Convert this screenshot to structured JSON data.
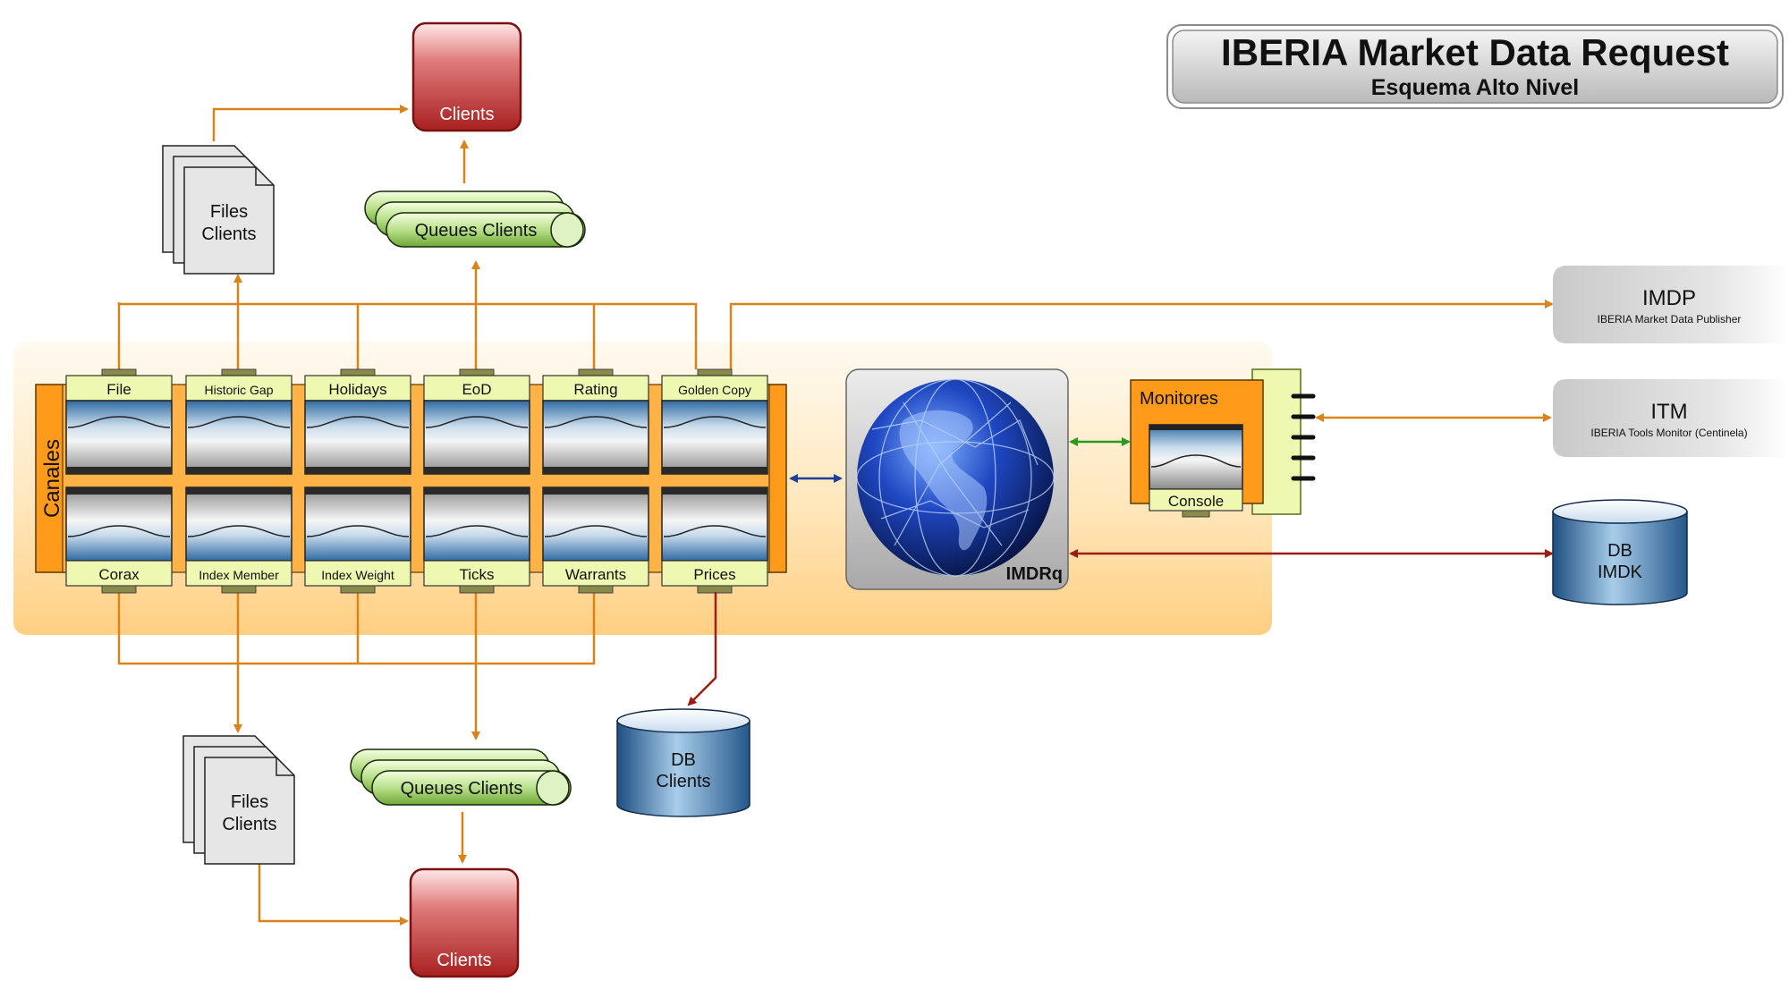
{
  "title": {
    "main": "IBERIA Market Data Request",
    "sub": "Esquema Alto Nivel"
  },
  "canales_label": "Canales",
  "top_channels": [
    "File",
    "Historic Gap",
    "Holidays",
    "EoD",
    "Rating",
    "Golden Copy"
  ],
  "bottom_channels": [
    "Corax",
    "Index Member",
    "Index Weight",
    "Ticks",
    "Warrants",
    "Prices"
  ],
  "clients_top": "Clients",
  "clients_bottom": "Clients",
  "files_top": [
    "Files",
    "Clients"
  ],
  "files_bottom": [
    "Files",
    "Clients"
  ],
  "queues_top": "Queues Clients",
  "queues_bottom": "Queues Clients",
  "db_clients": [
    "DB",
    "Clients"
  ],
  "globe_label": "IMDRq",
  "monitores": {
    "title": "Monitores",
    "console": "Console"
  },
  "imdp": {
    "name": "IMDP",
    "desc": "IBERIA Market Data Publisher"
  },
  "itm": {
    "name": "ITM",
    "desc": "IBERIA Tools Monitor (Centinela)"
  },
  "db_imdk": [
    "DB",
    "IMDK"
  ],
  "colors": {
    "orange_line": "#d9831a",
    "channel_green": "#eef8b0",
    "panel_orange": "#ffd89a",
    "client_red": "#b02a2a",
    "queue_green": "#9ccc5a",
    "db_blue": "#3f79b0",
    "blue_arrow": "#1d3f9a",
    "green_arrow": "#2a9a1a",
    "darkred_arrow": "#9a1e12"
  }
}
